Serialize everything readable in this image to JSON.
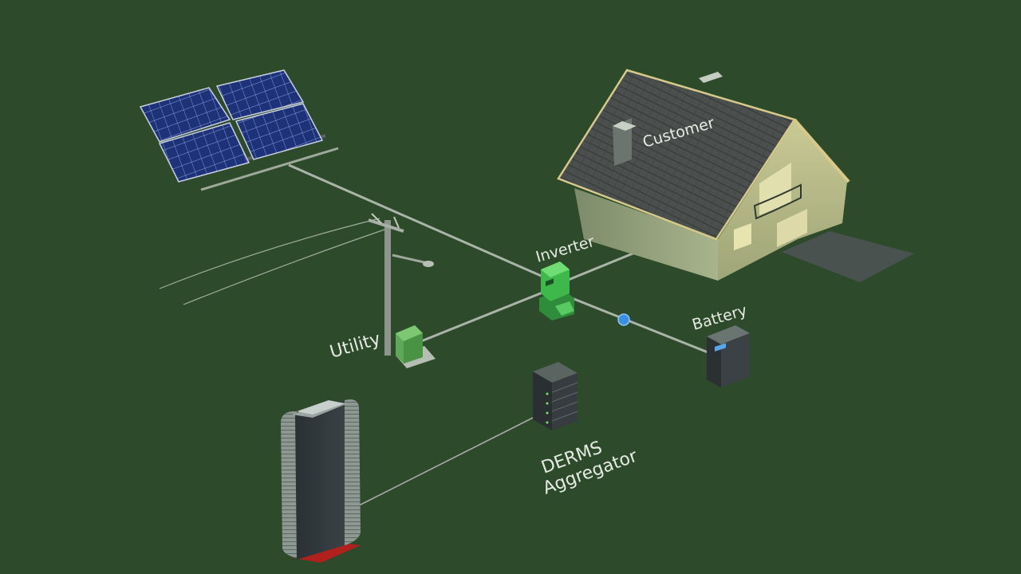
{
  "labels": {
    "customer": "Customer",
    "inverter": "Inverter",
    "battery": "Battery",
    "utility": "Utility",
    "derms_line1": "DERMS",
    "derms_line2": "Aggregator"
  },
  "colors": {
    "background": "#2d4a2b",
    "inverter": "#3fb84b",
    "utility_meter": "#57b352",
    "connection_dot": "#3c8fe0",
    "solar_cells": "#1c2f6e",
    "base_red": "#b0201c"
  }
}
